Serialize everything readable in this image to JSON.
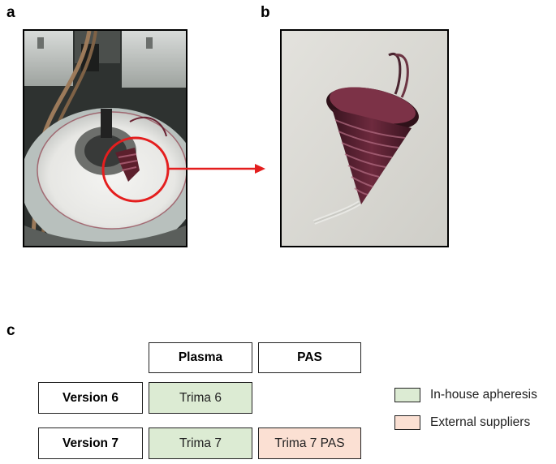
{
  "panels": {
    "a": "a",
    "b": "b",
    "c": "c"
  },
  "table": {
    "columns": [
      "Plasma",
      "PAS"
    ],
    "rows": [
      {
        "label": "Version 6",
        "cells": [
          "Trima 6",
          ""
        ]
      },
      {
        "label": "Version 7",
        "cells": [
          "Trima 7",
          "Trima 7 PAS"
        ]
      }
    ]
  },
  "legend": {
    "items": [
      {
        "label": "In-house apheresis",
        "color": "#dcebd3"
      },
      {
        "label": "External suppliers",
        "color": "#fbe0d3"
      }
    ]
  },
  "colors": {
    "highlight_circle": "#e41e1e",
    "arrow": "#e41e1e"
  }
}
